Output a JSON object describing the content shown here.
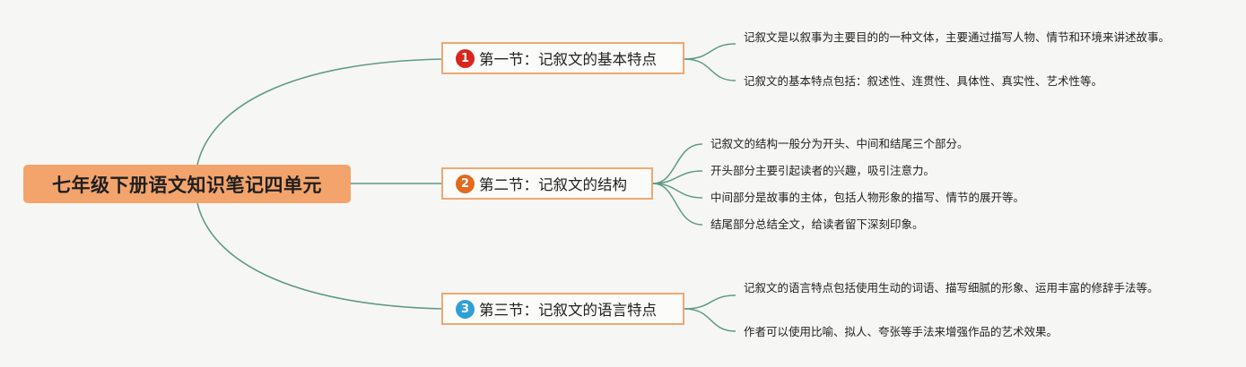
{
  "root": {
    "title": "七年级下册语文知识笔记四单元"
  },
  "theme": {
    "root_fill": "#f3a46c",
    "section_border": "#f0a86f",
    "link_color": "#5f9a86"
  },
  "sections": [
    {
      "number": "1",
      "badge_color": "#d9251c",
      "title": "第一节：记叙文的基本特点",
      "points": [
        "记叙文是以叙事为主要目的的一种文体，主要通过描写人物、情节和环境来讲述故事。",
        "记叙文的基本特点包括：叙述性、连贯性、具体性、真实性、艺术性等。"
      ]
    },
    {
      "number": "2",
      "badge_color": "#e26a1e",
      "title": "第二节：记叙文的结构",
      "points": [
        "记叙文的结构一般分为开头、中间和结尾三个部分。",
        "开头部分主要引起读者的兴趣，吸引注意力。",
        "中间部分是故事的主体，包括人物形象的描写、情节的展开等。",
        "结尾部分总结全文，给读者留下深刻印象。"
      ]
    },
    {
      "number": "3",
      "badge_color": "#2f9fd8",
      "title": "第三节：记叙文的语言特点",
      "points": [
        "记叙文的语言特点包括使用生动的词语、描写细腻的形象、运用丰富的修辞手法等。",
        "作者可以使用比喻、拟人、夸张等手法来增强作品的艺术效果。"
      ]
    }
  ]
}
